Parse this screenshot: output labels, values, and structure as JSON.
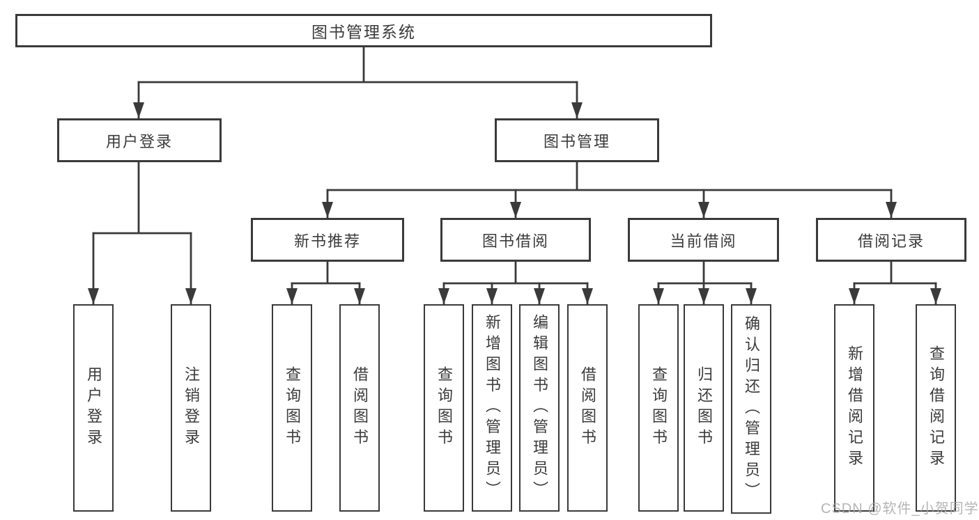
{
  "diagram": {
    "root": {
      "label": "图书管理系统"
    },
    "branches": [
      {
        "label": "用户登录"
      },
      {
        "label": "图书管理"
      }
    ],
    "modules": [
      {
        "label": "新书推荐"
      },
      {
        "label": "图书借阅"
      },
      {
        "label": "当前借阅"
      },
      {
        "label": "借阅记录"
      }
    ],
    "leaves": [
      "用户登录",
      "注销登录",
      "查询图书",
      "借阅图书",
      "查询图书",
      "新增图书（管理员）",
      "编辑图书（管理员）",
      "借阅图书",
      "查询图书",
      "归还图书",
      "确认归还（管理员）",
      "新增借阅记录",
      "查询借阅记录"
    ],
    "watermark": "CSDN @软件_小贺同学",
    "colors": {
      "line": "#3a3a3a",
      "text": "#3b3b3b",
      "watermark": "#a8a8a8",
      "background": "#ffffff"
    }
  }
}
